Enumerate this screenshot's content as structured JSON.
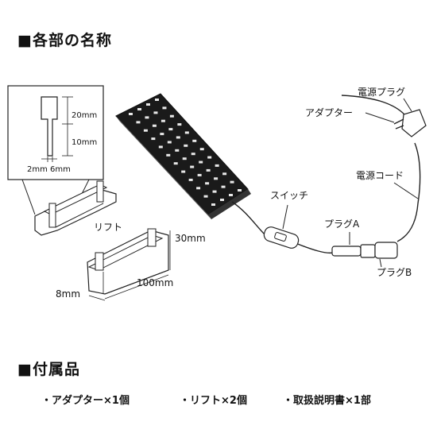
{
  "sections": {
    "parts_title": "■各部の名称",
    "accessories_title": "■付属品"
  },
  "labels": {
    "dim_20": "20mm",
    "dim_10": "10mm",
    "dim_2_6": "2mm 6mm",
    "lift": "リフト",
    "dim_30": "30mm",
    "dim_100": "100mm",
    "dim_8": "8mm",
    "switch": "スイッチ",
    "plug_a": "プラグA",
    "plug_b": "プラグB",
    "adapter": "アダプター",
    "power_plug": "電源プラグ",
    "power_cord": "電源コード"
  },
  "accessories": [
    "・アダプター×1個",
    "・リフト×2個",
    "・取扱説明書×1部"
  ]
}
